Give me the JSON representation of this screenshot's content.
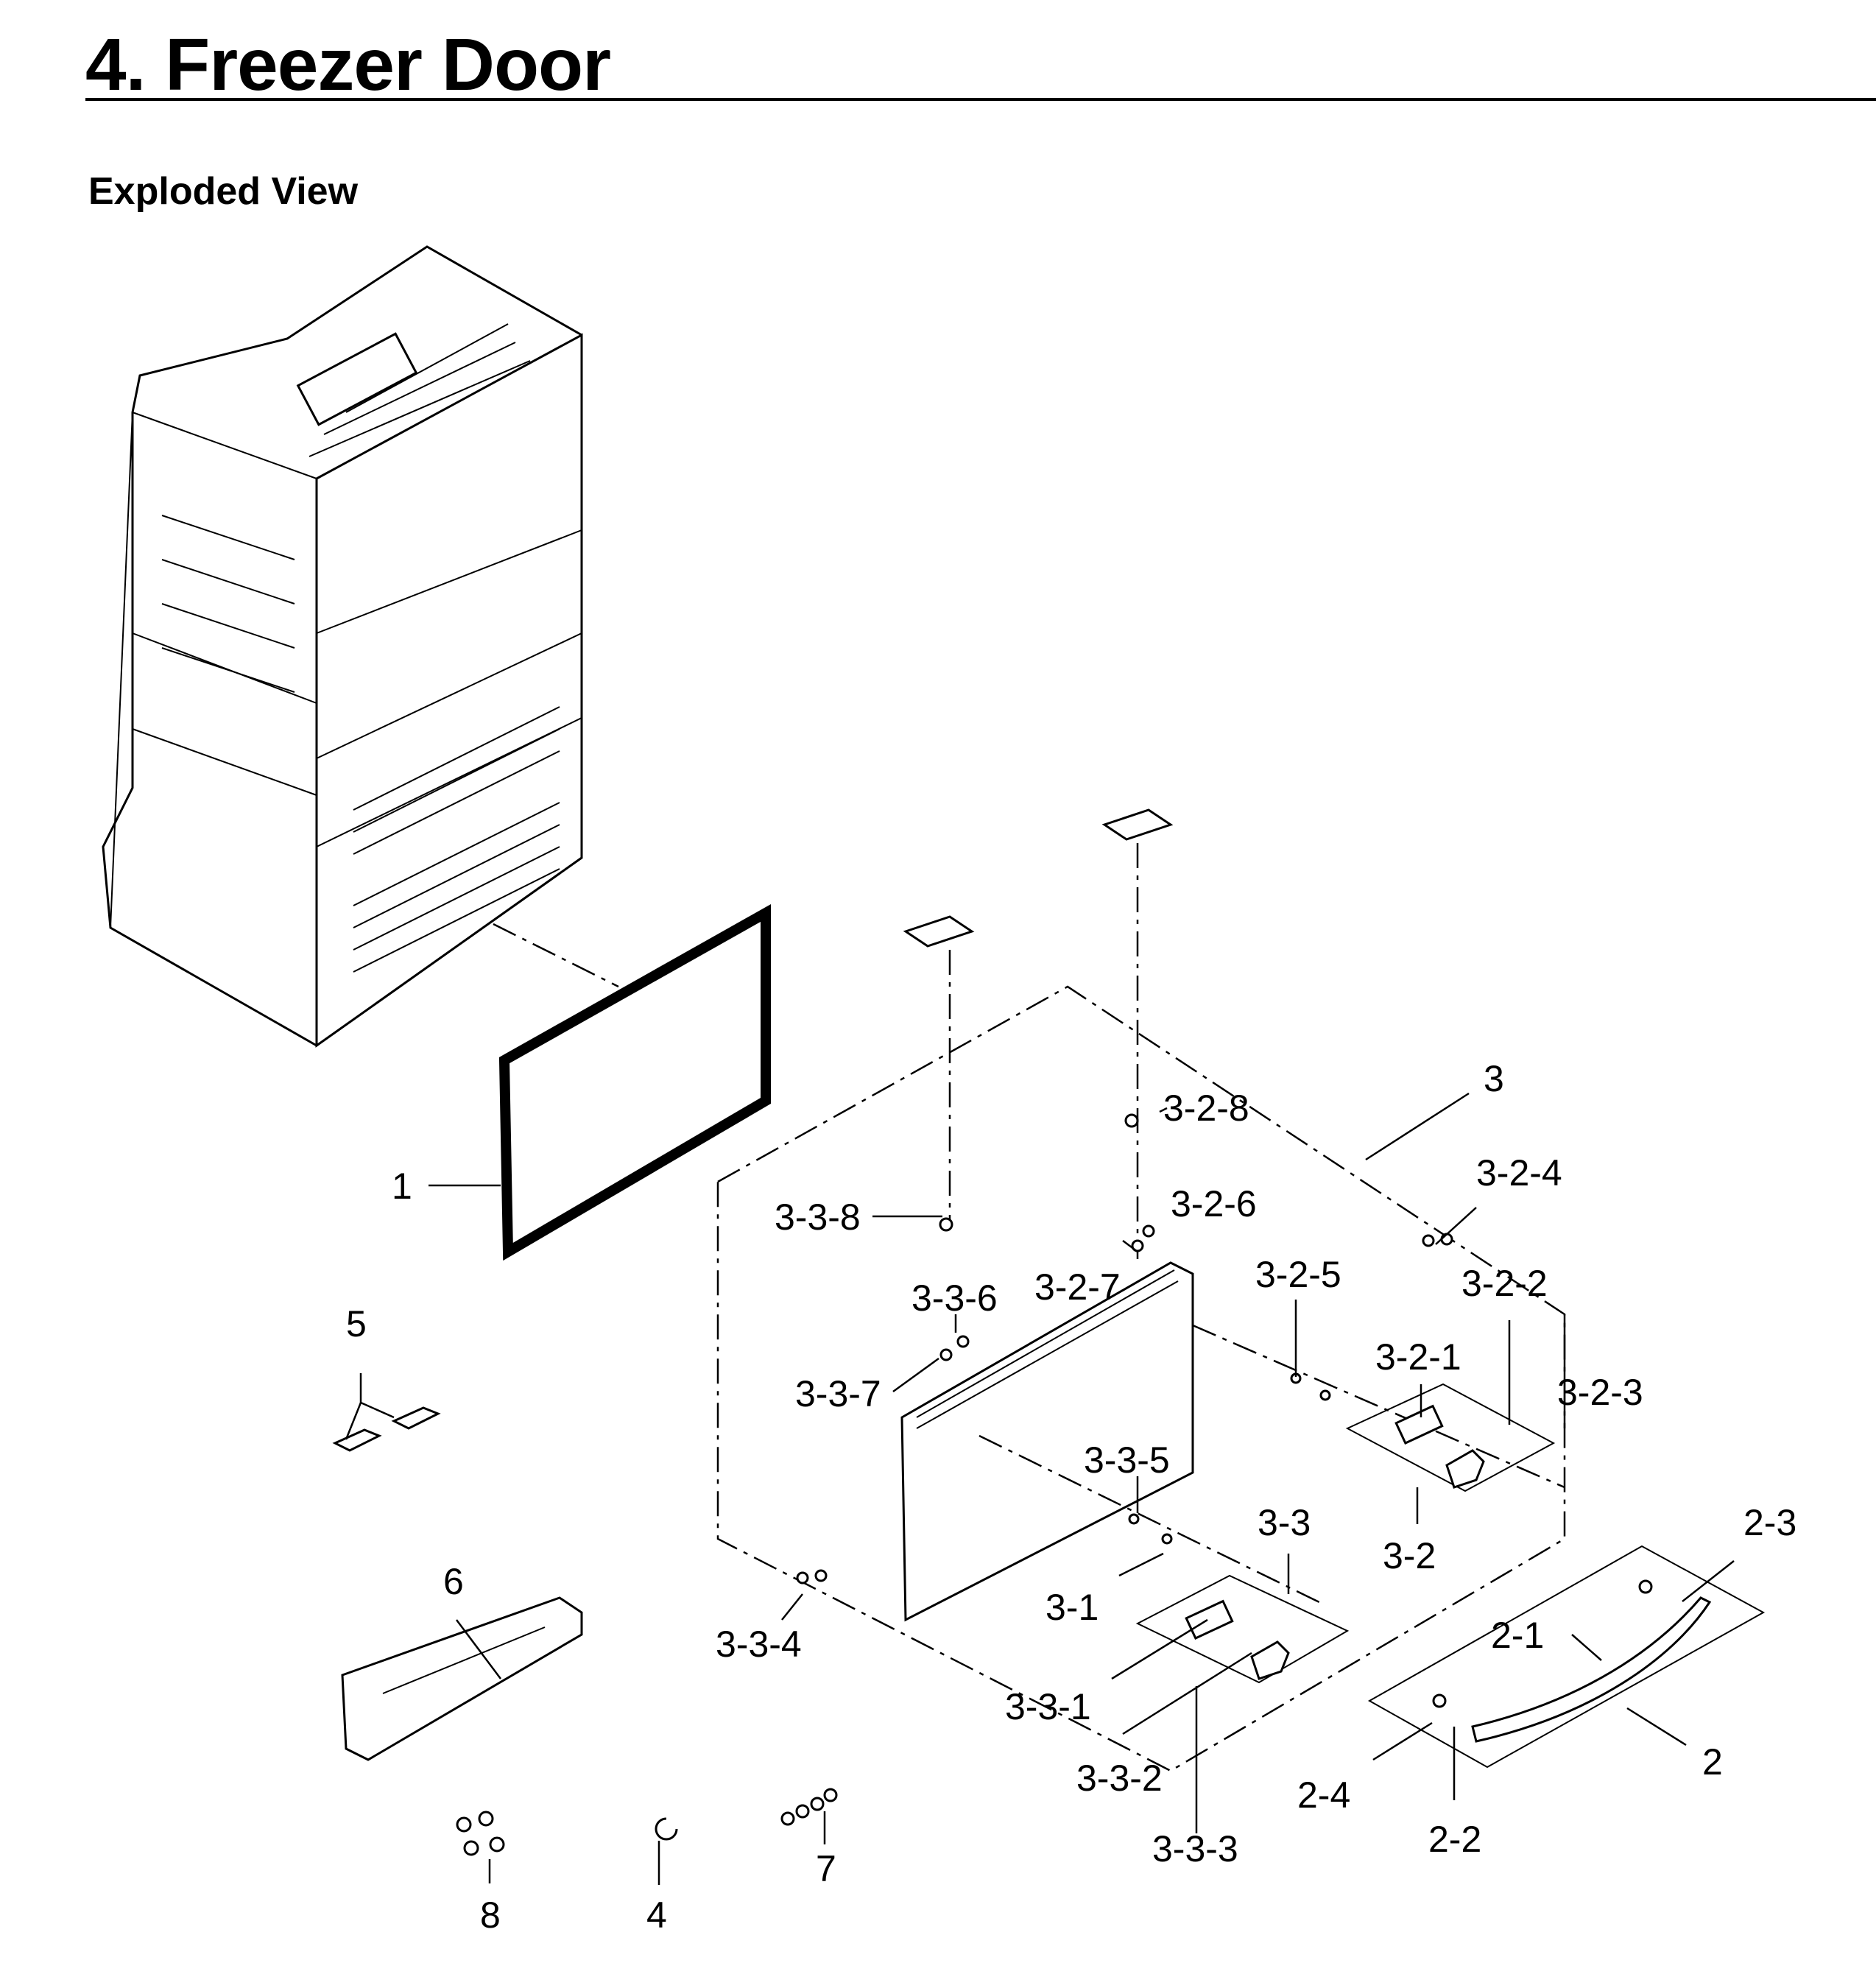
{
  "page": {
    "title": "4.  Freezer Door",
    "section": "Exploded View"
  },
  "callouts": {
    "c1": "1",
    "c2": "2",
    "c2_1": "2-1",
    "c2_2": "2-2",
    "c2_3": "2-3",
    "c2_4": "2-4",
    "c3": "3",
    "c3_1": "3-1",
    "c3_2": "3-2",
    "c3_2_1": "3-2-1",
    "c3_2_2": "3-2-2",
    "c3_2_3": "3-2-3",
    "c3_2_4": "3-2-4",
    "c3_2_5": "3-2-5",
    "c3_2_6": "3-2-6",
    "c3_2_7": "3-2-7",
    "c3_2_8": "3-2-8",
    "c3_3": "3-3",
    "c3_3_1": "3-3-1",
    "c3_3_2": "3-3-2",
    "c3_3_3": "3-3-3",
    "c3_3_4": "3-3-4",
    "c3_3_5": "3-3-5",
    "c3_3_6": "3-3-6",
    "c3_3_7": "3-3-7",
    "c3_3_8": "3-3-8",
    "c4": "4",
    "c5": "5",
    "c6": "6",
    "c7": "7",
    "c8": "8"
  }
}
